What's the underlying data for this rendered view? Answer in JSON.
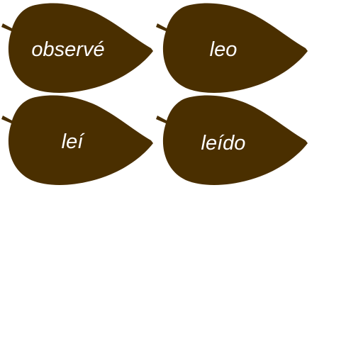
{
  "game": {
    "leaf_color": "#4a2f00",
    "text_color": "#ffffff",
    "leaf_icon": "leaf-icon",
    "word_cards": [
      {
        "word": "observé"
      },
      {
        "word": "leo"
      },
      {
        "word": "leí"
      },
      {
        "word": "leído"
      }
    ]
  }
}
